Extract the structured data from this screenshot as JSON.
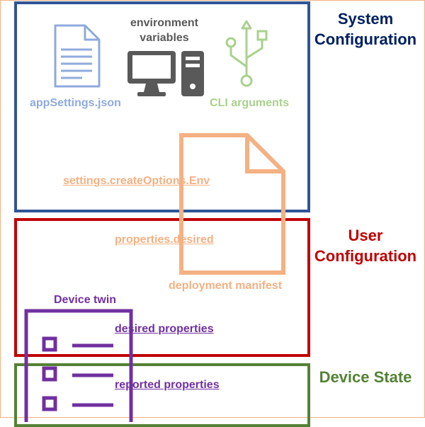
{
  "sections": {
    "system": {
      "title_line1": "System",
      "title_line2": "Configuration",
      "color": "#2f5597"
    },
    "user": {
      "title_line1": "User",
      "title_line2": "Configuration",
      "color": "#c00000"
    },
    "device": {
      "title": "Device State",
      "color": "#548235"
    }
  },
  "sources": {
    "app_settings": {
      "label": "appSettings.json",
      "icon": "document-icon",
      "color": "#8faadc"
    },
    "environment_variables": {
      "label": "environment variables",
      "icon": "desktop-computer-icon",
      "color": "#595959"
    },
    "cli_arguments": {
      "label": "CLI arguments",
      "icon": "usb-icon",
      "color": "#a9d18e"
    }
  },
  "manifest": {
    "label": "deployment manifest",
    "icon": "file-outline-icon",
    "color": "#f4b183",
    "create_options_label": "settings.createOptions.Env",
    "properties_desired_label": "properties.desired"
  },
  "device_twin": {
    "label": "Device twin",
    "icon": "checklist-icon",
    "color": "#7030a0",
    "desired_label": "desired properties",
    "reported_label": "reported properties"
  }
}
